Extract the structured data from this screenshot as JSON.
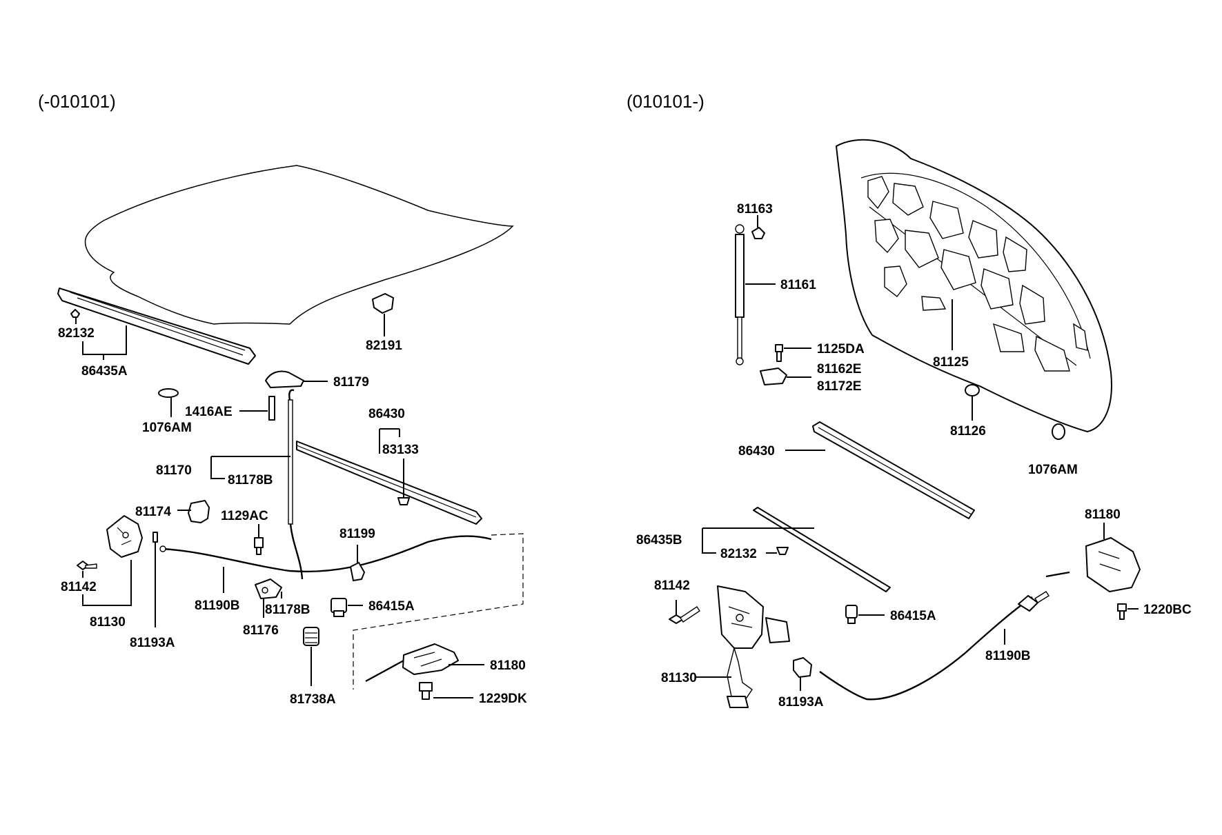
{
  "sections": {
    "left": "(-010101)",
    "right": "(010101-)"
  },
  "left_labels": {
    "p82132": "82132",
    "p86435a": "86435A",
    "p82191": "82191",
    "p81179": "81179",
    "p1416ae": "1416AE",
    "p1076am": "1076AM",
    "p86430": "86430",
    "p83133": "83133",
    "p81170": "81170",
    "p81178b_top": "81178B",
    "p81174": "81174",
    "p1129ac": "1129AC",
    "p81199": "81199",
    "p81142": "81142",
    "p81130": "81130",
    "p81190b": "81190B",
    "p81178b_bottom": "81178B",
    "p81176": "81176",
    "p86415a": "86415A",
    "p81193a": "81193A",
    "p81738a": "81738A",
    "p81180": "81180",
    "p1229dk": "1229DK"
  },
  "right_labels": {
    "p81163": "81163",
    "p81161": "81161",
    "p1125da": "1125DA",
    "p81162e": "81162E",
    "p81172e": "81172E",
    "p81125": "81125",
    "p81126": "81126",
    "p1076am": "1076AM",
    "p86430": "86430",
    "p86435b": "86435B",
    "p82132": "82132",
    "p81180": "81180",
    "p1220bc": "1220BC",
    "p81142": "81142",
    "p86415a": "86415A",
    "p81190b": "81190B",
    "p81130": "81130",
    "p81193a": "81193A"
  }
}
